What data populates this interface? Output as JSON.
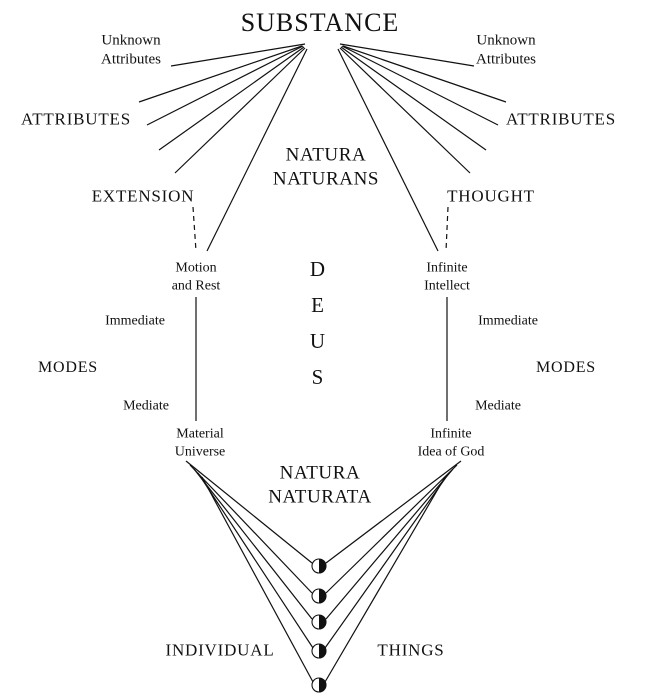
{
  "diagram": {
    "substance": "SUBSTANCE",
    "natura_naturans": "NATURA\nNATURANS",
    "natura_naturata": "NATURA\nNATURATA",
    "deus": "D\nE\nU\nS",
    "left": {
      "unknown_attributes": "Unknown\nAttributes",
      "attributes": "ATTRIBUTES",
      "attribute_name": "EXTENSION",
      "immediate_mode": "Motion\nand Rest",
      "immediate": "Immediate",
      "modes": "MODES",
      "mediate": "Mediate",
      "mediate_mode": "Material\nUniverse"
    },
    "right": {
      "unknown_attributes": "Unknown\nAttributes",
      "attributes": "ATTRIBUTES",
      "attribute_name": "THOUGHT",
      "immediate_mode": "Infinite\nIntellect",
      "immediate": "Immediate",
      "modes": "MODES",
      "mediate": "Mediate",
      "mediate_mode": "Infinite\nIdea of God"
    },
    "bottom": {
      "individual": "INDIVIDUAL",
      "things": "THINGS"
    },
    "colors": {
      "ink": "#111111",
      "background": "#ffffff"
    }
  }
}
